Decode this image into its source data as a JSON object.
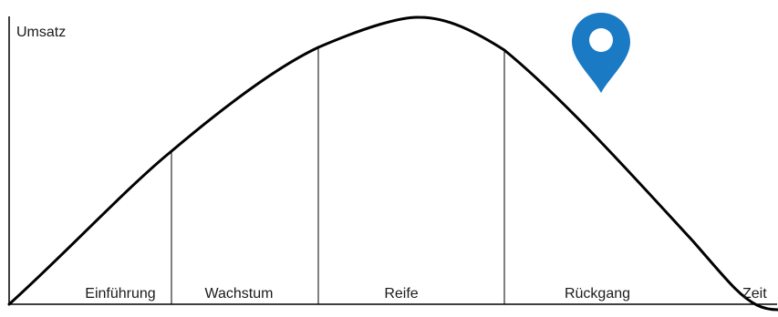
{
  "diagram": {
    "y_axis_label": "Umsatz",
    "x_axis_label": "Zeit",
    "phases": [
      {
        "label": "Einführung"
      },
      {
        "label": "Wachstum"
      },
      {
        "label": "Reife"
      },
      {
        "label": "Rückgang"
      }
    ],
    "marker": {
      "icon": "map-pin-icon",
      "color": "#1a7ac4"
    },
    "curve_color": "#000000"
  }
}
